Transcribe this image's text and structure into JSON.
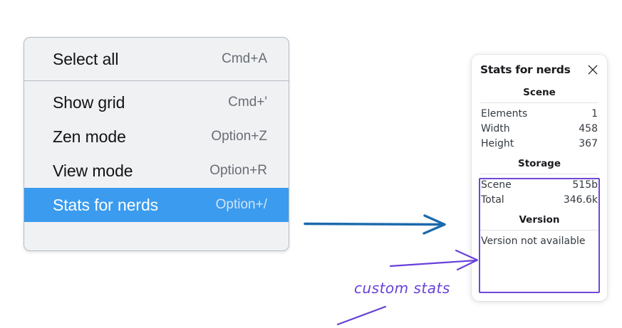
{
  "context_menu": {
    "name": "canvas-context-menu",
    "groups": [
      {
        "items": [
          {
            "label": "Select all",
            "shortcut": "Cmd+A",
            "selected": false
          }
        ]
      },
      {
        "items": [
          {
            "label": "Show grid",
            "shortcut": "Cmd+'",
            "selected": false
          },
          {
            "label": "Zen mode",
            "shortcut": "Option+Z",
            "selected": false
          },
          {
            "label": "View mode",
            "shortcut": "Option+R",
            "selected": false
          },
          {
            "label": "Stats for nerds",
            "shortcut": "Option+/",
            "selected": true
          }
        ]
      }
    ],
    "highlight_color": "#3b9bee",
    "background_color": "#f0f1f3",
    "border_color": "#b4bcc6",
    "label_color": "#111315",
    "shortcut_color": "#686d75"
  },
  "stats_panel": {
    "title": "Stats for nerds",
    "close_icon": "close-icon",
    "sections": [
      {
        "heading": "Scene",
        "rows": [
          {
            "key": "Elements",
            "value": "1"
          },
          {
            "key": "Width",
            "value": "458"
          },
          {
            "key": "Height",
            "value": "367"
          }
        ]
      },
      {
        "heading": "Storage",
        "rows": [
          {
            "key": "Scene",
            "value": "515b"
          },
          {
            "key": "Total",
            "value": "346.6k"
          }
        ]
      },
      {
        "heading": "Version",
        "single_line": "Version not available"
      }
    ]
  },
  "annotations": {
    "handwritten_label": "custom stats",
    "blue_arrow_color": "#1b69ac",
    "purple_color": "#6741d9",
    "highlight_box_color": "#7048d8"
  }
}
